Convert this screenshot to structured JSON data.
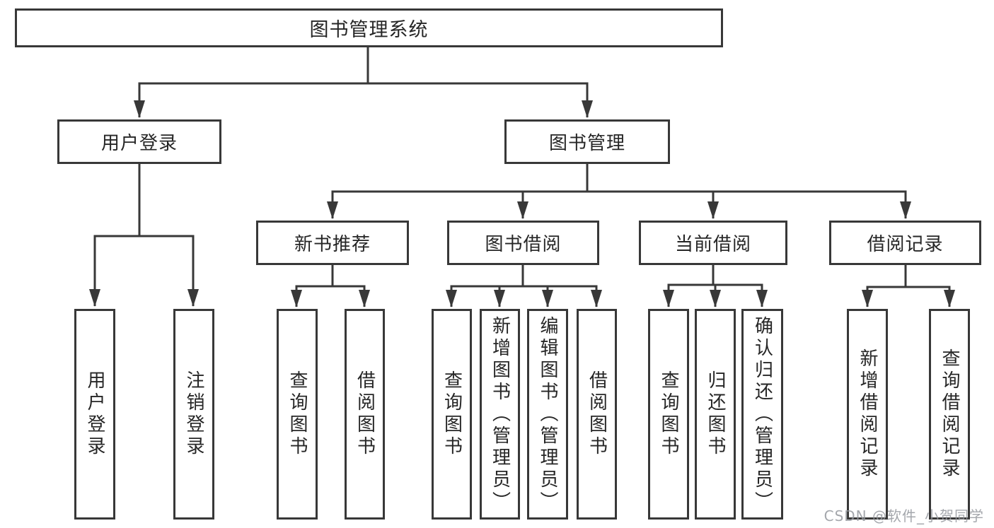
{
  "root": {
    "label": "图书管理系统"
  },
  "level2": [
    {
      "label": "用户登录",
      "children": [
        "用户登录",
        "注销登录"
      ]
    },
    {
      "label": "图书管理"
    }
  ],
  "level3": [
    {
      "label": "新书推荐",
      "children": [
        "查询图书",
        "借阅图书"
      ]
    },
    {
      "label": "图书借阅",
      "children": [
        "查询图书",
        "新增图书（管理员）",
        "编辑图书（管理员）",
        "借阅图书"
      ]
    },
    {
      "label": "当前借阅",
      "children": [
        "查询图书",
        "归还图书",
        "确认归还（管理员）"
      ]
    },
    {
      "label": "借阅记录",
      "children": [
        "新增借阅记录",
        "查询借阅记录"
      ]
    }
  ],
  "watermark": {
    "text": "CSDN @软件_小贺同学"
  },
  "colors": {
    "line": "#383838",
    "border": "#383838",
    "text": "#262626",
    "watermark": "#94989e",
    "background": "#ffffff"
  }
}
